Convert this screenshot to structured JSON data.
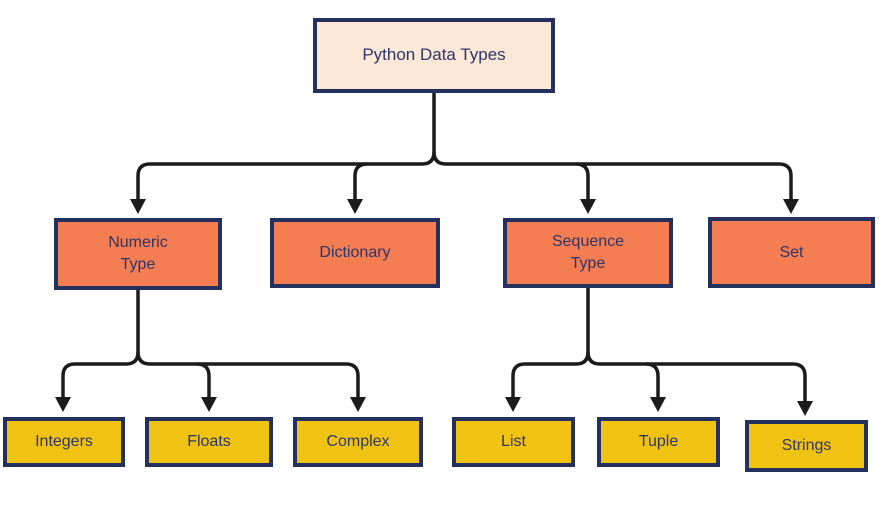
{
  "diagram": {
    "title": "Python Data Types hierarchy",
    "colors": {
      "root_fill": "#FBE8D6",
      "branch_fill": "#F47D52",
      "leaf_fill": "#F0C212",
      "border": "#24305E",
      "text": "#2E3568",
      "connector": "#1B1B1B"
    },
    "root": {
      "label": "Python Data Types"
    },
    "level2": [
      {
        "id": "numeric-type",
        "label": "Numeric\nType"
      },
      {
        "id": "dictionary",
        "label": "Dictionary"
      },
      {
        "id": "sequence-type",
        "label": "Sequence\nType"
      },
      {
        "id": "set",
        "label": "Set"
      }
    ],
    "numeric_children": [
      {
        "label": "Integers"
      },
      {
        "label": "Floats"
      },
      {
        "label": "Complex"
      }
    ],
    "sequence_children": [
      {
        "label": "List"
      },
      {
        "label": "Tuple"
      },
      {
        "label": "Strings"
      }
    ]
  }
}
